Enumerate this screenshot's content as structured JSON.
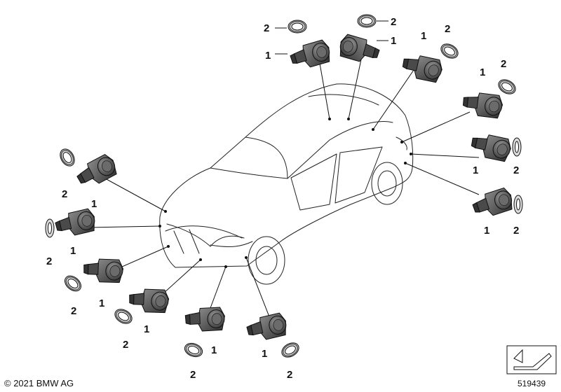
{
  "diagram": {
    "part_labels": {
      "sensor": "1",
      "ring": "2"
    },
    "copyright": "© 2021 BMW AG",
    "reference_number": "519439",
    "icons": {
      "sensor": "parking-sensor-icon",
      "ring": "sensor-ring-icon",
      "vehicle": "car-outline-icon",
      "nav": "next-page-arrow-icon"
    },
    "colors": {
      "sensor_body": "#5a5a5a",
      "line": "#111111"
    }
  }
}
